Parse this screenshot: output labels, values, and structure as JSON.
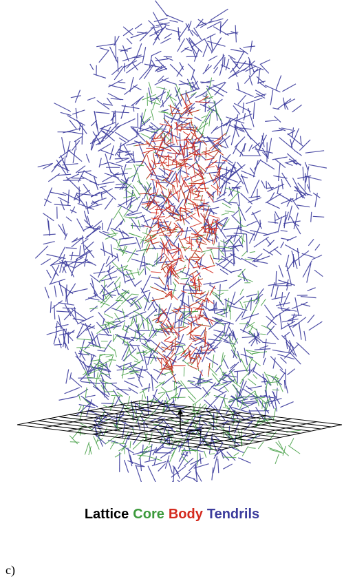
{
  "figure": {
    "legend": [
      {
        "label": "Lattice",
        "color": "#000000"
      },
      {
        "label": "Core",
        "color": "#3c9a3c"
      },
      {
        "label": "Body",
        "color": "#d42a1e"
      },
      {
        "label": "Tendrils",
        "color": "#3b3b9c"
      }
    ],
    "panel_label": "c)"
  }
}
